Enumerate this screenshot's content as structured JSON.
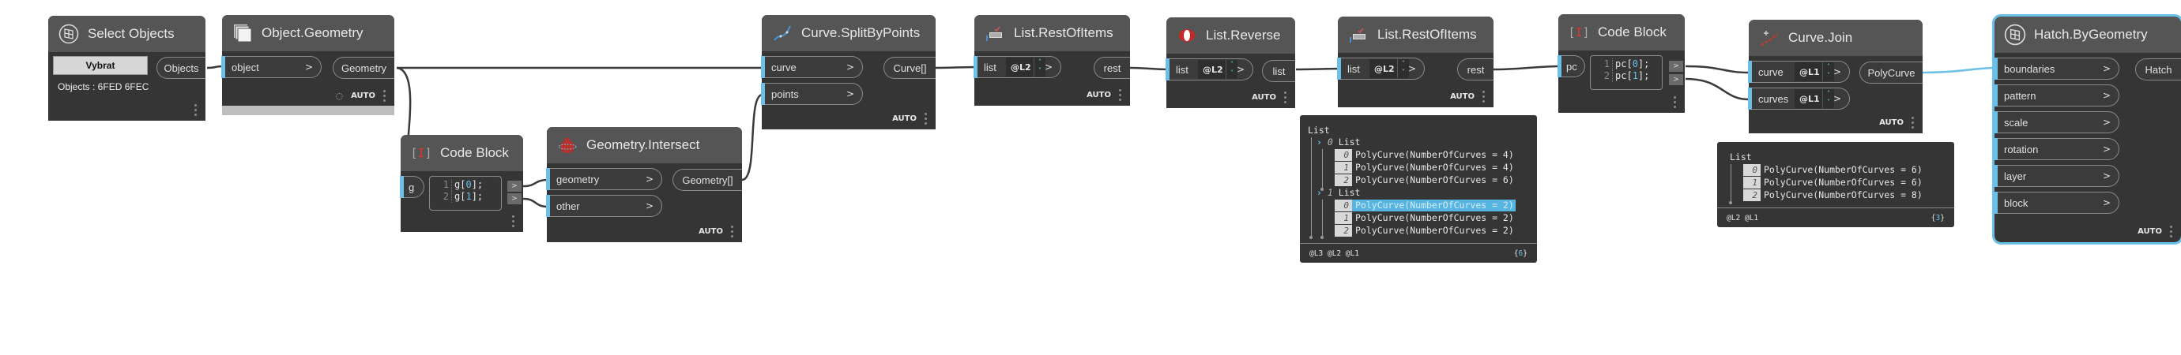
{
  "colors": {
    "accent": "#6ac0e7",
    "node_body": "#353535",
    "node_header": "#555555",
    "wire": "#3a3a3a",
    "wire_selected": "#6ac0e7"
  },
  "nodes": {
    "select_objects": {
      "title": "Select Objects",
      "icon": "select-objects-icon",
      "button_label": "Vybrat",
      "status": "Objects : 6FED 6FEC",
      "output": "Objects"
    },
    "object_geometry": {
      "title": "Object.Geometry",
      "icon": "object-geometry-icon",
      "input": "object",
      "output": "Geometry",
      "footer": "AUTO",
      "footer_icon": "hidden-preview-icon"
    },
    "code_block_1": {
      "title": "Code Block",
      "icon": "code-block-icon",
      "input": "g",
      "lines": [
        {
          "n": "1",
          "pre": "g[",
          "idx": "0",
          "post": "];"
        },
        {
          "n": "2",
          "pre": "g[",
          "idx": "1",
          "post": "];"
        }
      ]
    },
    "geometry_intersect": {
      "title": "Geometry.Intersect",
      "icon": "geometry-intersect-icon",
      "inputs": [
        "geometry",
        "other"
      ],
      "output": "Geometry[]",
      "footer": "AUTO"
    },
    "curve_split": {
      "title": "Curve.SplitByPoints",
      "icon": "curve-split-icon",
      "inputs": [
        "curve",
        "points"
      ],
      "output": "Curve[]",
      "footer": "AUTO"
    },
    "rest_items_1": {
      "title": "List.RestOfItems",
      "icon": "list-rest-icon",
      "input": "list",
      "lacing": "@L2",
      "output": "rest",
      "footer": "AUTO"
    },
    "list_reverse": {
      "title": "List.Reverse",
      "icon": "list-reverse-icon",
      "input": "list",
      "lacing": "@L2",
      "output": "list",
      "footer": "AUTO"
    },
    "rest_items_2": {
      "title": "List.RestOfItems",
      "icon": "list-rest-icon",
      "input": "list",
      "lacing": "@L2",
      "output": "rest",
      "footer": "AUTO"
    },
    "code_block_2": {
      "title": "Code Block",
      "icon": "code-block-icon",
      "input": "pc",
      "lines": [
        {
          "n": "1",
          "pre": "pc[",
          "idx": "0",
          "post": "];"
        },
        {
          "n": "2",
          "pre": "pc[",
          "idx": "1",
          "post": "];"
        }
      ]
    },
    "curve_join": {
      "title": "Curve.Join",
      "icon": "curve-join-icon",
      "inputs": [
        {
          "label": "curve",
          "lacing": "@L1"
        },
        {
          "label": "curves",
          "lacing": "@L1"
        }
      ],
      "output": "PolyCurve",
      "footer": "AUTO"
    },
    "hatch": {
      "title": "Hatch.ByGeometry",
      "icon": "hatch-icon",
      "inputs": [
        "boundaries",
        "pattern",
        "scale",
        "rotation",
        "layer",
        "block"
      ],
      "output": "Hatch",
      "footer": "AUTO"
    }
  },
  "previews": {
    "rest_items_2": {
      "root": "List",
      "groups": [
        {
          "index": "0",
          "label": "List",
          "items": [
            {
              "i": "0",
              "v": "PolyCurve(NumberOfCurves = 4)"
            },
            {
              "i": "1",
              "v": "PolyCurve(NumberOfCurves = 4)"
            },
            {
              "i": "2",
              "v": "PolyCurve(NumberOfCurves = 6)"
            }
          ]
        },
        {
          "index": "1",
          "label": "List",
          "items": [
            {
              "i": "0",
              "v": "PolyCurve(NumberOfCurves = 2)",
              "selected": true
            },
            {
              "i": "1",
              "v": "PolyCurve(NumberOfCurves = 2)"
            },
            {
              "i": "2",
              "v": "PolyCurve(NumberOfCurves = 2)"
            }
          ]
        }
      ],
      "levels": "@L3 @L2 @L1",
      "count_open": "{",
      "count": "6",
      "count_close": "}"
    },
    "curve_join": {
      "root": "List",
      "items": [
        {
          "i": "0",
          "v": "PolyCurve(NumberOfCurves = 6)"
        },
        {
          "i": "1",
          "v": "PolyCurve(NumberOfCurves = 6)"
        },
        {
          "i": "2",
          "v": "PolyCurve(NumberOfCurves = 8)"
        }
      ],
      "levels": "@L2 @L1",
      "count_open": "{",
      "count": "3",
      "count_close": "}"
    }
  }
}
